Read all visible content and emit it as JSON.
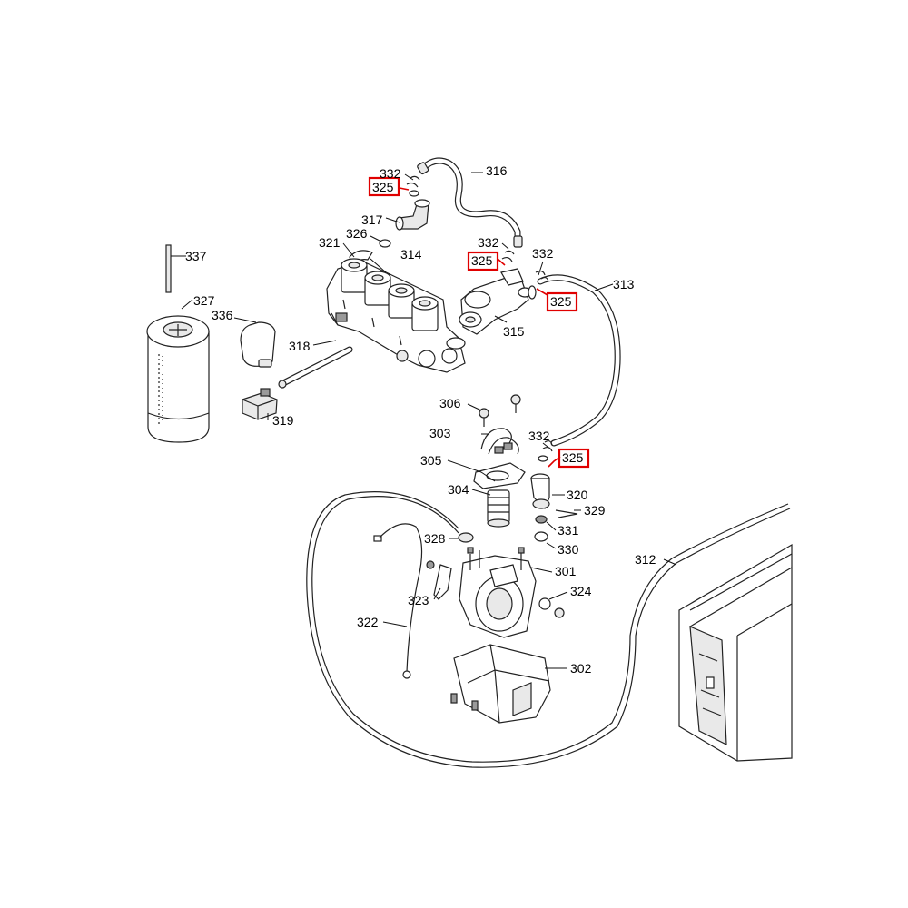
{
  "callouts": [
    {
      "id": "337",
      "label": "337",
      "highlighted": false
    },
    {
      "id": "327",
      "label": "327",
      "highlighted": false
    },
    {
      "id": "336",
      "label": "336",
      "highlighted": false
    },
    {
      "id": "319",
      "label": "319",
      "highlighted": false
    },
    {
      "id": "318",
      "label": "318",
      "highlighted": false
    },
    {
      "id": "321",
      "label": "321",
      "highlighted": false
    },
    {
      "id": "326",
      "label": "326",
      "highlighted": false
    },
    {
      "id": "314",
      "label": "314",
      "highlighted": false
    },
    {
      "id": "317",
      "label": "317",
      "highlighted": false
    },
    {
      "id": "332a",
      "label": "332",
      "highlighted": false
    },
    {
      "id": "325a",
      "label": "325",
      "highlighted": true
    },
    {
      "id": "316",
      "label": "316",
      "highlighted": false
    },
    {
      "id": "332b",
      "label": "332",
      "highlighted": false
    },
    {
      "id": "325b",
      "label": "325",
      "highlighted": true
    },
    {
      "id": "332c",
      "label": "332",
      "highlighted": false
    },
    {
      "id": "325c",
      "label": "325",
      "highlighted": true
    },
    {
      "id": "313",
      "label": "313",
      "highlighted": false
    },
    {
      "id": "315",
      "label": "315",
      "highlighted": false
    },
    {
      "id": "306",
      "label": "306",
      "highlighted": false
    },
    {
      "id": "303",
      "label": "303",
      "highlighted": false
    },
    {
      "id": "332d",
      "label": "332",
      "highlighted": false
    },
    {
      "id": "325d",
      "label": "325",
      "highlighted": true
    },
    {
      "id": "305",
      "label": "305",
      "highlighted": false
    },
    {
      "id": "304",
      "label": "304",
      "highlighted": false
    },
    {
      "id": "320",
      "label": "320",
      "highlighted": false
    },
    {
      "id": "329",
      "label": "329",
      "highlighted": false
    },
    {
      "id": "331",
      "label": "331",
      "highlighted": false
    },
    {
      "id": "328",
      "label": "328",
      "highlighted": false
    },
    {
      "id": "330",
      "label": "330",
      "highlighted": false
    },
    {
      "id": "312",
      "label": "312",
      "highlighted": false
    },
    {
      "id": "301",
      "label": "301",
      "highlighted": false
    },
    {
      "id": "323",
      "label": "323",
      "highlighted": false
    },
    {
      "id": "324",
      "label": "324",
      "highlighted": false
    },
    {
      "id": "322",
      "label": "322",
      "highlighted": false
    },
    {
      "id": "302",
      "label": "302",
      "highlighted": false
    }
  ],
  "colors": {
    "highlight": "#e00000",
    "line": "#222222",
    "background": "#ffffff"
  }
}
